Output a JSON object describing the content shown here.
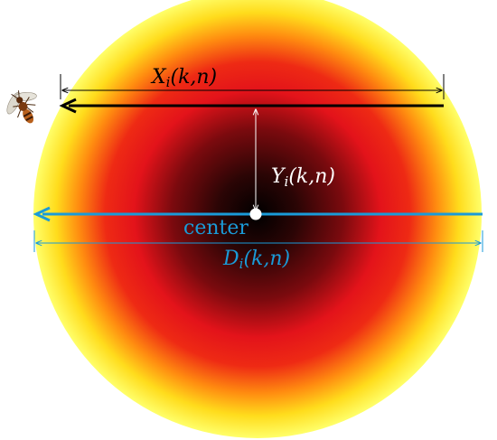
{
  "labels": {
    "x_main": "X",
    "x_sub": "i",
    "x_arg": "(k,n)",
    "y_main": "Y",
    "y_sub": "i",
    "y_arg": "(k,n)",
    "center": "center",
    "d_main": "D",
    "d_sub": "i",
    "d_arg": "(k,n)"
  },
  "colors": {
    "core": "#000000",
    "inner": "#3a0606",
    "mid_red": "#e8141a",
    "outer_red": "#f05020",
    "orange": "#ffaa00",
    "yellow": "#ffee2a",
    "pale_yellow": "#ffff66",
    "blue": "#1a9bd8",
    "black": "#000000",
    "white": "#ffffff"
  },
  "icons": {
    "insect": "bee-icon",
    "center": "center-dot-icon"
  }
}
